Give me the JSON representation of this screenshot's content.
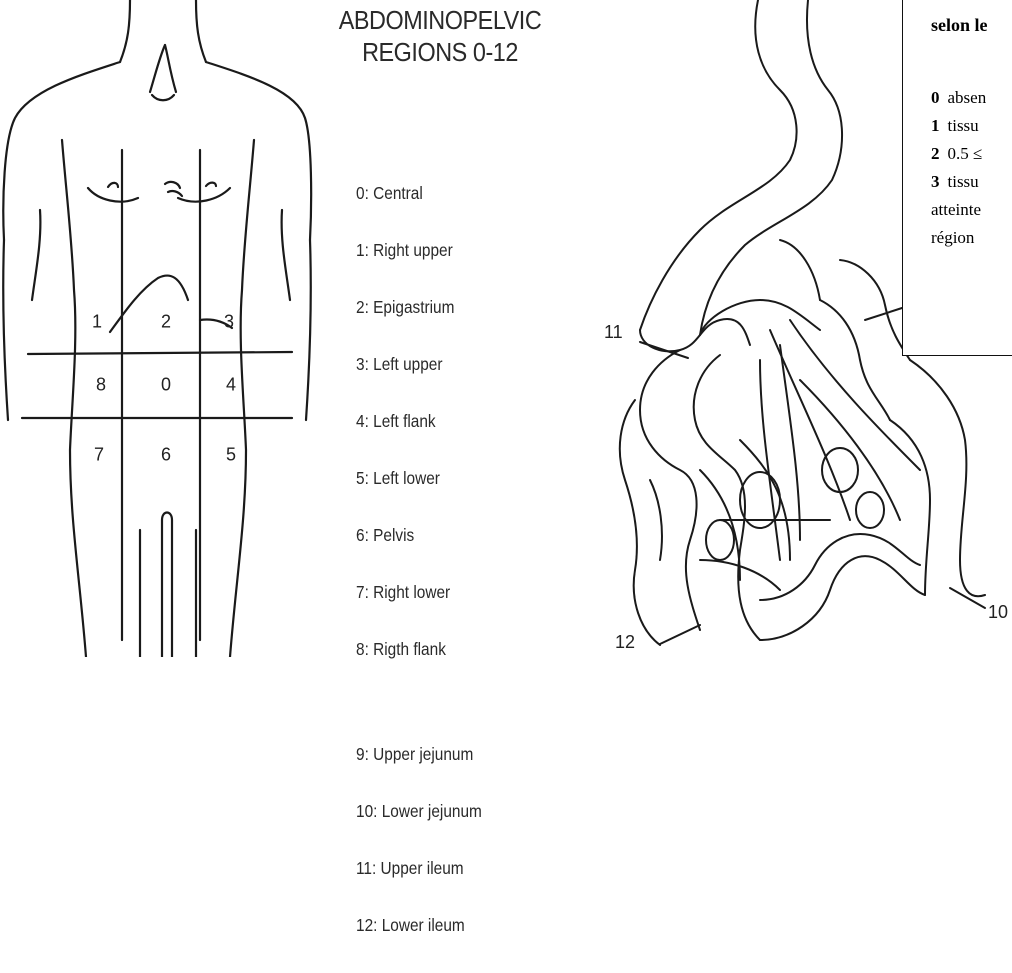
{
  "figure": {
    "title_lines": [
      "ABDOMINOPELVIC",
      "REGIONS 0-12"
    ],
    "legend": [
      {
        "code": "0",
        "label": "Central"
      },
      {
        "code": "1",
        "label": "Right upper"
      },
      {
        "code": "2",
        "label": "Epigastrium"
      },
      {
        "code": "3",
        "label": "Left upper"
      },
      {
        "code": "4",
        "label": "Left flank"
      },
      {
        "code": "5",
        "label": "Left lower"
      },
      {
        "code": "6",
        "label": "Pelvis"
      },
      {
        "code": "7",
        "label": "Right lower"
      },
      {
        "code": "8",
        "label": "Rigth flank"
      },
      {
        "code": "9",
        "label": "Upper jejunum"
      },
      {
        "code": "10",
        "label": "Lower jejunum"
      },
      {
        "code": "11",
        "label": "Upper ileum"
      },
      {
        "code": "12",
        "label": "Lower ileum"
      }
    ],
    "torso_regions": [
      "1",
      "2",
      "3",
      "8",
      "0",
      "4",
      "7",
      "6",
      "5"
    ],
    "bowel_labels": [
      "11",
      "12",
      "10"
    ]
  },
  "scale_box": {
    "title": "selon le",
    "rows": [
      {
        "num": "0",
        "text": "absen"
      },
      {
        "num": "1",
        "text": "tissu"
      },
      {
        "num": "2",
        "text": "0.5 ≤"
      },
      {
        "num": "3",
        "text": "tissu"
      }
    ],
    "continuation": [
      "atteinte",
      "région"
    ]
  }
}
